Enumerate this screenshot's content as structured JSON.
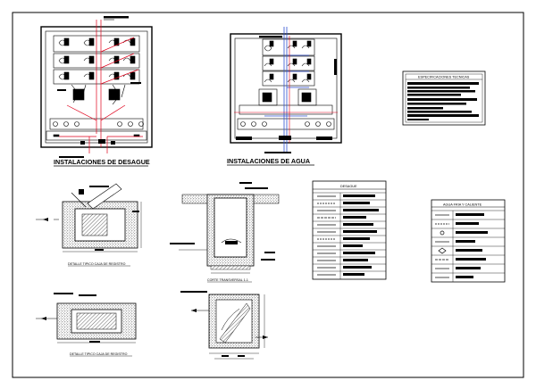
{
  "drawing": {
    "plan_left_title": "INSTALACIONES DE DESAGUE",
    "plan_right_title": "INSTALACIONES DE AGUA",
    "detail_caja_1_caption": "DETALLE TIPICO CAJA DE REGISTRO",
    "detail_caja_2_caption": "DETALLE TIPICO CAJA DE REGISTRO",
    "corte_caption": "CORTE TRANSVERSAL 1-1",
    "legend_desague_title": "DESAGUE",
    "legend_agua_title": "AGUA FRIA Y CALIENTE",
    "specs_title": "ESPECIFICACIONES TECNICAS",
    "colors": {
      "line": "#000000",
      "desague_pipe": "#e0001b",
      "agua_pipe": "#3050d0",
      "fill_dark": "#000000"
    }
  }
}
